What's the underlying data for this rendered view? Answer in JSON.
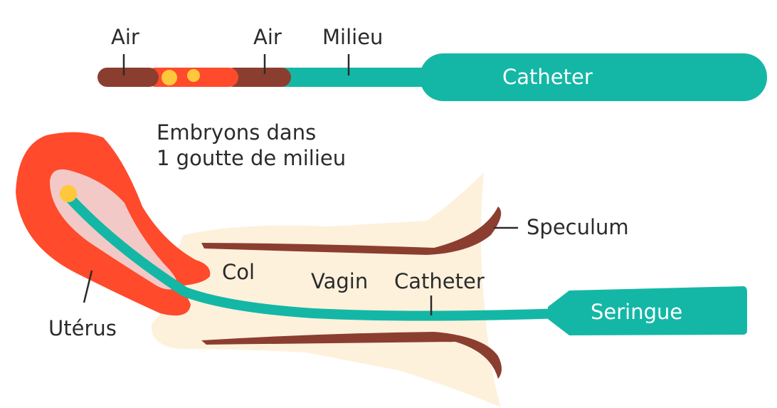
{
  "catheter_diagram": {
    "label_air_1": "Air",
    "label_air_2": "Air",
    "label_milieu": "Milieu",
    "label_catheter": "Catheter"
  },
  "anatomy_diagram": {
    "embryo_line_1": "Embryons dans",
    "embryo_line_2": "1 goutte de milieu",
    "label_speculum": "Speculum",
    "label_col": "Col",
    "label_vagin": "Vagin",
    "label_catheter": "Catheter",
    "label_seringue": "Seringue",
    "label_uterus": "Utérus"
  },
  "colors": {
    "teal": "#14b7a6",
    "air_brown": "#8b3e2f",
    "uterus_red": "#ff4a2c",
    "uterus_inner": "#f2c9c6",
    "embryo_yellow": "#ffc83b",
    "vagina_cream": "#fdf1dc",
    "speculum_brown": "#8b3e2f"
  }
}
